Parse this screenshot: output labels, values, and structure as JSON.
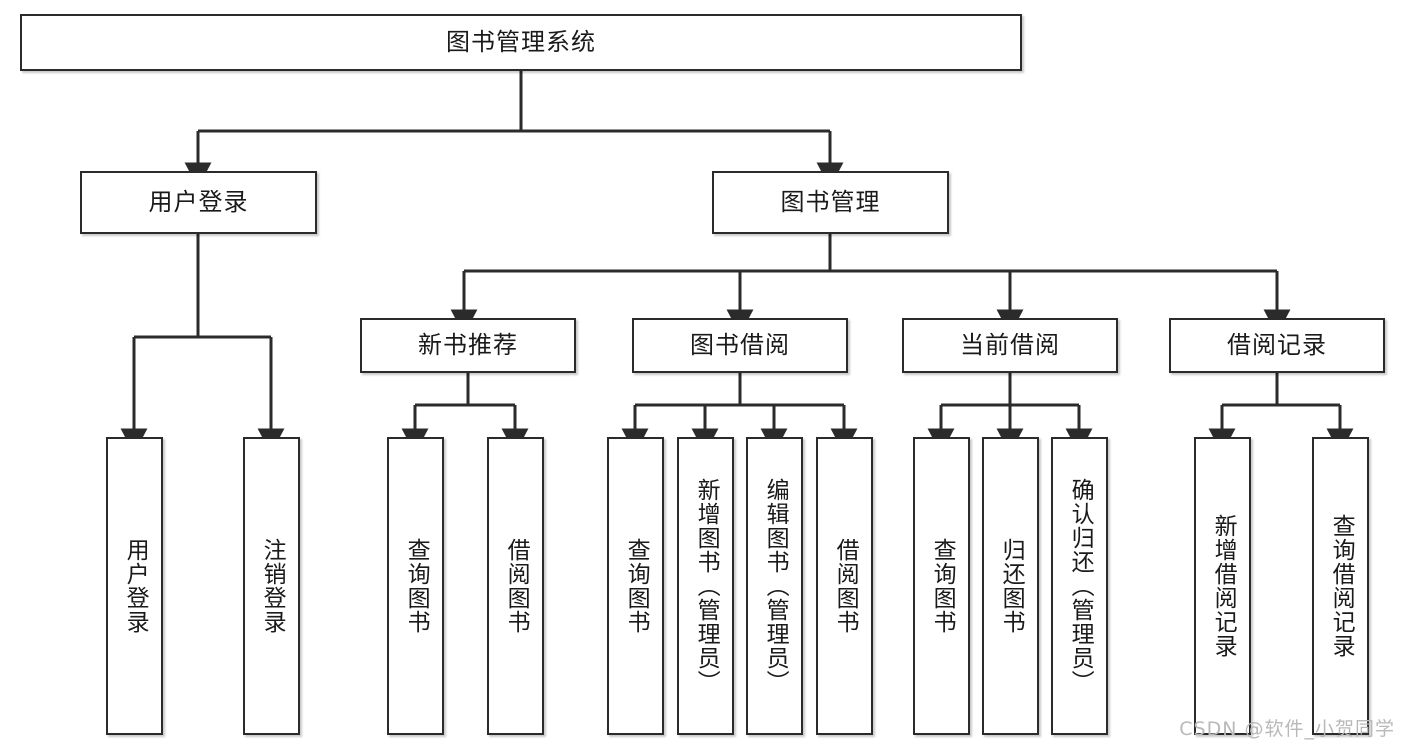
{
  "diagram": {
    "title": "图书管理系统",
    "type": "tree-hierarchy-chart",
    "watermark": "CSDN @软件_小贺同学",
    "colors": {
      "box_border": "#2b2b2b",
      "box_fill": "#ffffff",
      "edge": "#2b2b2b",
      "text": "#1a1a1a",
      "watermark": "#b9b9b9"
    },
    "root": {
      "label": "图书管理系统"
    },
    "level2": [
      {
        "label": "用户登录"
      },
      {
        "label": "图书管理"
      }
    ],
    "level3": [
      {
        "label": "新书推荐"
      },
      {
        "label": "图书借阅"
      },
      {
        "label": "当前借阅"
      },
      {
        "label": "借阅记录"
      }
    ],
    "leaves": {
      "user_login": [
        {
          "label": "用户登录"
        },
        {
          "label": "注销登录"
        }
      ],
      "new_book_recommend": [
        {
          "label": "查询图书"
        },
        {
          "label": "借阅图书"
        }
      ],
      "book_borrow": [
        {
          "label": "查询图书"
        },
        {
          "label": "新增图书（管理员）"
        },
        {
          "label": "编辑图书（管理员）"
        },
        {
          "label": "借阅图书"
        }
      ],
      "current_borrow": [
        {
          "label": "查询图书"
        },
        {
          "label": "归还图书"
        },
        {
          "label": "确认归还（管理员）"
        }
      ],
      "borrow_record": [
        {
          "label": "新增借阅记录"
        },
        {
          "label": "查询借阅记录"
        }
      ]
    }
  }
}
